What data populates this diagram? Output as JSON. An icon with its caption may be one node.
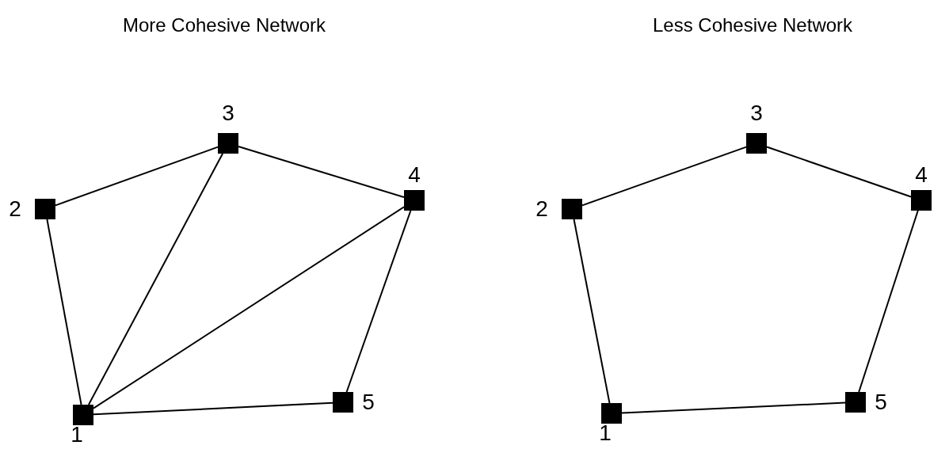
{
  "diagram": {
    "nodes": [
      {
        "text": [],
        "shape": "box",
        "beside": [
          "1"
        ]
      },
      {
        "text": [],
        "shape": "box",
        "beside": [
          "2"
        ]
      },
      {
        "text": [],
        "shape": "box",
        "beside": [
          "3"
        ]
      },
      {
        "text": [],
        "shape": "box",
        "beside": [
          "4"
        ]
      },
      {
        "text": [],
        "shape": "box",
        "beside": [
          "5"
        ]
      },
      {
        "text": [],
        "shape": "box",
        "beside": [
          "1"
        ]
      },
      {
        "text": [],
        "shape": "box",
        "beside": [
          "2"
        ]
      },
      {
        "text": [],
        "shape": "box",
        "beside": [
          "3"
        ]
      },
      {
        "text": [],
        "shape": "box",
        "beside": [
          "4"
        ]
      },
      {
        "text": [],
        "shape": "box",
        "beside": [
          "5"
        ]
      }
    ],
    "edges": [
      {
        "from": 1,
        "to": 2,
        "arrow": "none"
      },
      {
        "from": 2,
        "to": 3,
        "arrow": "none"
      },
      {
        "from": 1,
        "to": 0,
        "arrow": "none"
      },
      {
        "from": 0,
        "to": 2,
        "arrow": "none"
      },
      {
        "from": 0,
        "to": 3,
        "arrow": "none"
      },
      {
        "from": 3,
        "to": 4,
        "arrow": "none"
      },
      {
        "from": 0,
        "to": 4,
        "arrow": "none"
      },
      {
        "from": 6,
        "to": 7,
        "arrow": "none"
      },
      {
        "from": 7,
        "to": 8,
        "arrow": "none"
      },
      {
        "from": 6,
        "to": 5,
        "arrow": "none"
      },
      {
        "from": 8,
        "to": 9,
        "arrow": "none"
      },
      {
        "from": 5,
        "to": 9,
        "arrow": "none"
      }
    ],
    "labels": [
      "More Cohesive Network",
      "Less Cohesive Network"
    ]
  }
}
